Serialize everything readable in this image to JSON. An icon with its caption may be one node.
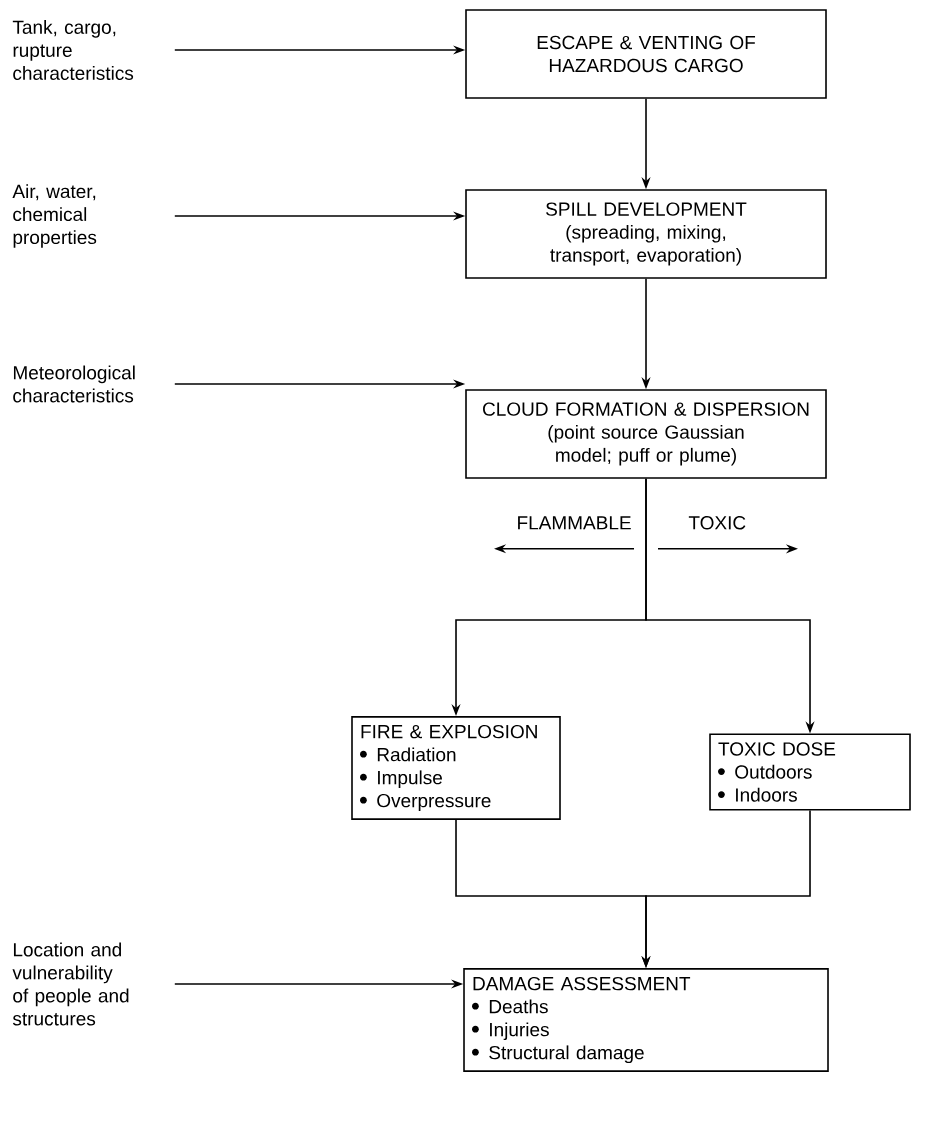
{
  "diagram": {
    "nodes": [
      {
        "text": [
          "ESCAPE & VENTING OF HAZARDOUS CARGO"
        ]
      },
      {
        "text": [
          "SPILL DEVELOPMENT",
          "(spreading, mixing, transport, evaporation)"
        ]
      },
      {
        "text": [
          "CLOUD FORMATION & DISPERSION",
          "(point source Gaussian model; puff or plume)"
        ]
      },
      {
        "text": [
          "FIRE & EXPLOSION",
          "Radiation",
          "Impulse",
          "Overpressure"
        ]
      },
      {
        "text": [
          "TOXIC DOSE",
          "Outdoors",
          "Indoors"
        ]
      },
      {
        "text": [
          "DAMAGE ASSESSMENT",
          "Deaths",
          "Injuries",
          "Structural damage"
        ]
      },
      {
        "text": [
          "Tank, cargo, rupture characteristics"
        ]
      },
      {
        "text": [
          "Air, water, chemical properties"
        ]
      },
      {
        "text": [
          "Meteorological characteristics"
        ]
      },
      {
        "text": [
          "Location and vulnerability of people and structures"
        ]
      }
    ],
    "edges": [
      {
        "from": 6,
        "to": 0,
        "arrow": "to"
      },
      {
        "from": 0,
        "to": 1,
        "arrow": "to"
      },
      {
        "from": 7,
        "to": 1,
        "arrow": "to"
      },
      {
        "from": 1,
        "to": 2,
        "arrow": "to"
      },
      {
        "from": 8,
        "to": 2,
        "arrow": "to"
      },
      {
        "from": 2,
        "to": 3,
        "arrow": "to",
        "label": "FLAMMABLE"
      },
      {
        "from": 2,
        "to": 4,
        "arrow": "to",
        "label": "TOXIC"
      },
      {
        "from": 3,
        "to": 5,
        "arrow": "to"
      },
      {
        "from": 4,
        "to": 5,
        "arrow": "to"
      },
      {
        "from": 9,
        "to": 5,
        "arrow": "to"
      }
    ]
  }
}
